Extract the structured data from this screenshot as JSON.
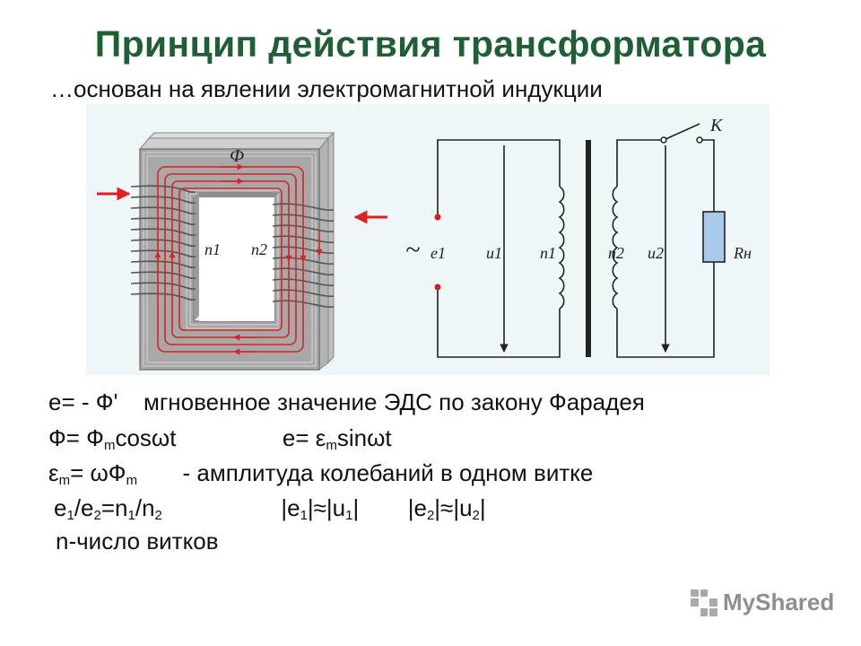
{
  "slide": {
    "title": "Принцип действия трансформатора",
    "subtitle": "…основан на явлении электромагнитной индукции"
  },
  "figure": {
    "labels": {
      "flux": "Ф",
      "n1_core": "n1",
      "n2_core": "n2",
      "ac_source": "~",
      "e1": "e1",
      "u1": "u1",
      "n1_coil": "n1",
      "n2_coil": "n2",
      "u2": "u2",
      "switch": "K",
      "load": "Rн"
    },
    "colors": {
      "core": "#9a9a9a",
      "flux_lines": "#e02020",
      "load_fill": "#a9c9ea",
      "background": "#eef6f8"
    }
  },
  "formulas": {
    "line1": {
      "expr": "e= - Ф'",
      "desc": "мгновенное значение ЭДС по закону Фарадея"
    },
    "line2": {
      "a_pre": "Ф= Ф",
      "a_sub": "m",
      "a_post": "cosωt",
      "b_pre": "e= ε",
      "b_sub": "m",
      "b_post": "sinωt"
    },
    "line3": {
      "a_pre": "ε",
      "a_sub": "m",
      "a_mid": "= ωФ",
      "a_sub2": "m",
      "desc": "- амплитуда колебаний в одном витке"
    },
    "line4": {
      "ratio": [
        "e",
        "1",
        "/e",
        "2",
        "=n",
        "1",
        "/n",
        "2"
      ],
      "abs1": [
        "|e",
        "1",
        "|≈|u",
        "1",
        "|"
      ],
      "abs2": [
        "|e",
        "2",
        "|≈|u",
        "2",
        "|"
      ]
    },
    "line5": {
      "text": "n-число витков"
    }
  },
  "watermark": {
    "text": "MyShared"
  }
}
